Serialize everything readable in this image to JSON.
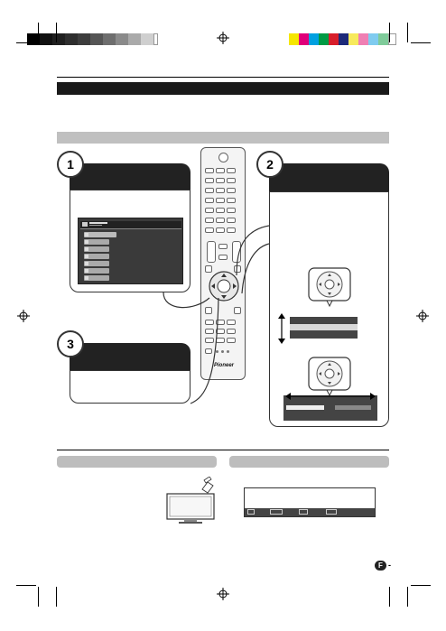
{
  "steps": [
    {
      "number": "1"
    },
    {
      "number": "2"
    },
    {
      "number": "3"
    }
  ],
  "remote": {
    "brand": "Pioneer"
  },
  "page": {
    "page_letter": "F",
    "page_suffix": "-"
  },
  "colors": {
    "header_bar": "#1a1a1a",
    "section_bar": "#c0c0c0",
    "step_panel_head": "#222222",
    "remote_body": "#f4f4f4"
  },
  "icons": {
    "registration": "crosshair-circle-icon",
    "dpad": "directional-pad-icon",
    "tv": "television-icon",
    "remote_hand": "pointing-remote-icon"
  }
}
